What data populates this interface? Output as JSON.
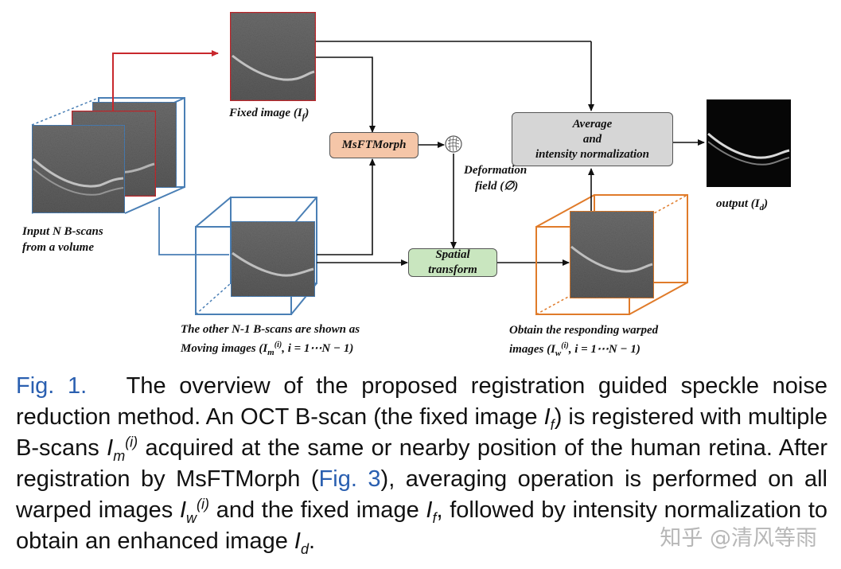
{
  "diagram": {
    "fixed_image_label": "Fixed image (I",
    "fixed_image_sub": "f",
    "input_label_line1": "Input N B-scans",
    "input_label_line2": "from a volume",
    "msftmorph_label": "MsFTMorph",
    "deformation_label_line1": "Deformation",
    "deformation_label_line2": "field (∅)",
    "spatial_line1": "Spatial",
    "spatial_line2": "transform",
    "average_line1": "Average",
    "average_line2": "and",
    "average_line3": "intensity normalization",
    "output_label": "output (I",
    "output_sub": "d",
    "moving_line1": "The other N-1 B-scans are shown as",
    "moving_line2": "Moving images (I",
    "moving_line2_rest": ", i = 1⋯N − 1)",
    "warped_line1": "Obtain the responding warped",
    "warped_line2": "images (I",
    "warped_line2_rest": ", i = 1⋯N − 1)",
    "colors": {
      "red": "#c8282d",
      "blue": "#4a7fb5",
      "orange": "#e07b2a",
      "msft_fill": "#f5c6a8",
      "spatial_fill": "#c9e6bf",
      "average_fill": "#d6d6d6"
    }
  },
  "caption": {
    "fig_label": "Fig. 1.",
    "part1": "The overview of the proposed registration guided speckle noise reduction method. An OCT B-scan (the fixed image ",
    "part2": ") is registered with multiple B-scans ",
    "part3": " acquired at the same or nearby position of the human retina. After registration by MsFTMorph (",
    "fig3_link": "Fig. 3",
    "part4": "), averaging operation is performed on all warped images ",
    "part5": " and the fixed image ",
    "part6": ", followed by intensity normalization to obtain an enhanced image ",
    "part7": "."
  },
  "watermark": "知乎 @清风等雨"
}
